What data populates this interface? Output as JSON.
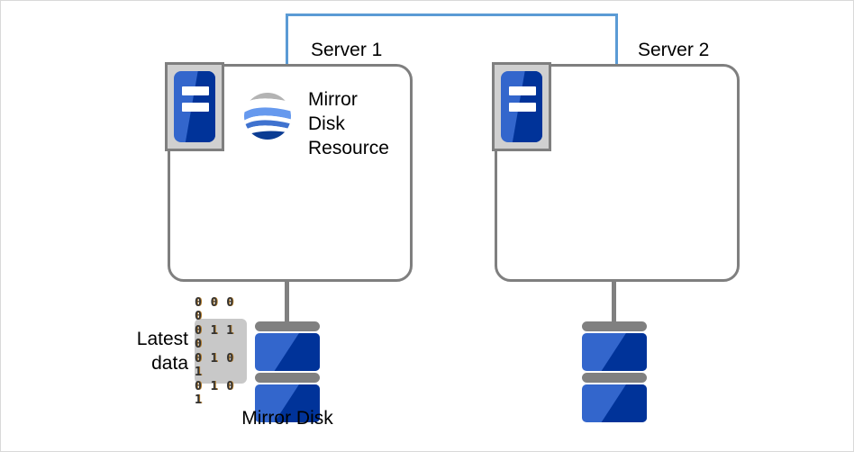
{
  "diagram": {
    "title": "Mirror Disk Resource configuration",
    "colors": {
      "interconnect": "#5b9bd5",
      "box_border": "#7f7f7f",
      "cable": "#808080",
      "disk_light_blue": "#3366cc",
      "disk_dark_blue": "#003399",
      "icon_frame": "#d0d0d0",
      "data_block_bg": "#c8c8c8",
      "page_border": "#d9d9d9"
    }
  },
  "servers": [
    {
      "id": "server1",
      "label": "Server 1",
      "machine_icon": "server-machine-icon",
      "resource": {
        "icon": "mirror-disk-resource-globe-icon",
        "lines": [
          "Mirror",
          "Disk",
          "Resource"
        ]
      }
    },
    {
      "id": "server2",
      "label": "Server 2",
      "machine_icon": "server-machine-icon",
      "resource": null
    }
  ],
  "disks": [
    {
      "id": "disk1",
      "label": "Mirror Disk",
      "icon": "mirror-disk-stack-icon",
      "data_badge": {
        "label_lines": [
          "Latest",
          "data"
        ],
        "bits": [
          "0000",
          "0110",
          "0101",
          "0101"
        ]
      }
    },
    {
      "id": "disk2",
      "label": "",
      "icon": "mirror-disk-stack-icon",
      "data_badge": null
    }
  ],
  "labels": {
    "server1": "Server 1",
    "server2": "Server 2",
    "mirror_line1": "Mirror",
    "mirror_line2": "Disk",
    "mirror_line3": "Resource",
    "latest_line1": "Latest",
    "latest_line2": "data",
    "mirror_disk": "Mirror Disk",
    "bit_row1": "0 0 0 0",
    "bit_row2": "0 1 1 0",
    "bit_row3": "0 1 0 1",
    "bit_row4": "0 1 0 1"
  }
}
